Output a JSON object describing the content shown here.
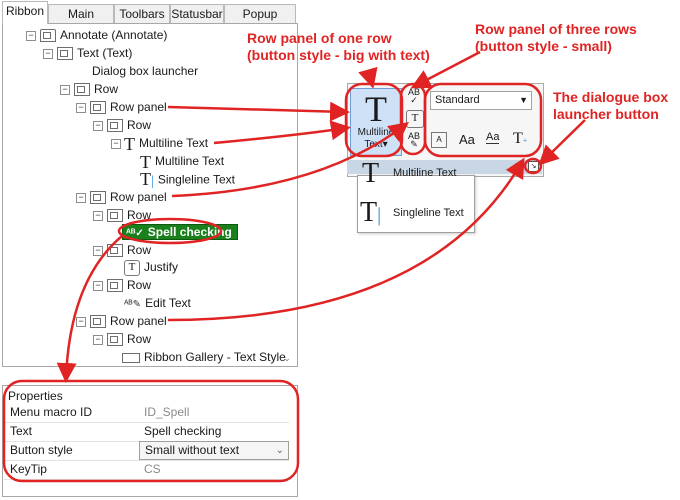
{
  "tabs": [
    {
      "label": "Ribbon",
      "active": true
    },
    {
      "label": "Main menus",
      "active": false
    },
    {
      "label": "Toolbars",
      "active": false
    },
    {
      "label": "Statusbar",
      "active": false
    },
    {
      "label": "Popup menus",
      "active": false
    }
  ],
  "tree": {
    "annotate": "Annotate (Annotate)",
    "text_tab": "Text (Text)",
    "dialog_launcher": "Dialog box launcher",
    "row": "Row",
    "row_panel": "Row panel",
    "multiline_text": "Multiline Text",
    "singleline_text": "Singleline Text",
    "spell_checking": "Spell checking",
    "justify": "Justify",
    "edit_text": "Edit Text",
    "ribbon_gallery": "Ribbon Gallery - Text Style"
  },
  "properties": {
    "title": "Properties",
    "rows": [
      {
        "name": "Menu macro ID",
        "value": "ID_Spell",
        "greyed": true
      },
      {
        "name": "Text",
        "value": "Spell checking",
        "greyed": false
      },
      {
        "name": "Button style",
        "value": "Small without text",
        "greyed": false
      },
      {
        "name": "KeyTip",
        "value": "CS",
        "greyed": true
      }
    ]
  },
  "ribbon_sample": {
    "big_button_line1": "Multiline",
    "big_button_line2": "Text",
    "style_combo": "Standard",
    "dropdown_items": [
      "Multiline Text",
      "Singleline Text"
    ]
  },
  "callouts": {
    "row_one_line1": "Row panel of one row",
    "row_one_line2": "(button style - big with text)",
    "row_three_line1": "Row panel of three rows",
    "row_three_line2": "(button style - small)",
    "launcher_line1": "The dialogue box",
    "launcher_line2": "launcher button"
  },
  "colors": {
    "annotation": "#e02424",
    "selection": "#19801c",
    "ribbon_highlight": "#cfe1f6"
  }
}
